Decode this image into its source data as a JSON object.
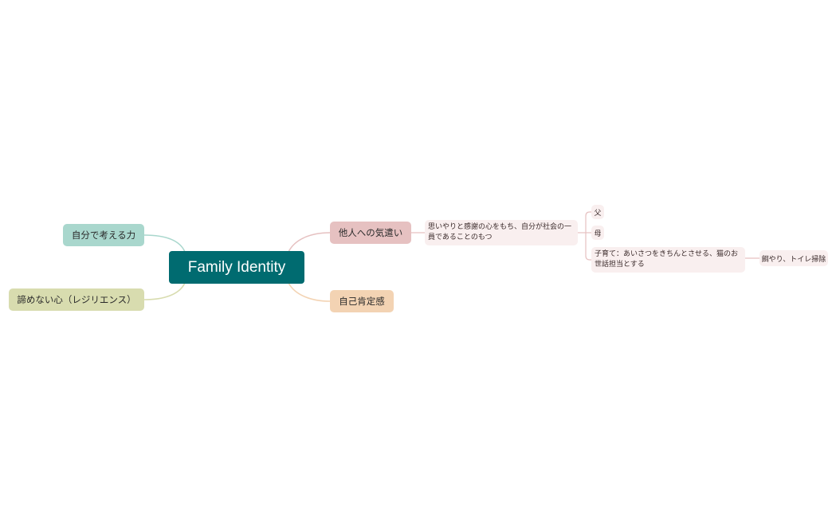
{
  "mindmap": {
    "root": {
      "label": "Family Identity",
      "color": "#006b70"
    },
    "left": [
      {
        "label": "自分で考える力",
        "color": "#a9d7cd",
        "line_color": "#a9d7cd"
      },
      {
        "label": "諦めない心（レジリエンス）",
        "color": "#d8dcaf",
        "line_color": "#d8dcaf"
      }
    ],
    "right": [
      {
        "label": "他人への気遣い",
        "color": "#e6c1c1",
        "line_color": "#e6c1c1",
        "children": [
          {
            "label": "思いやりと感謝の心をもち、自分が社会の一員であることのもつ",
            "children": [
              {
                "label": "父"
              },
              {
                "label": "母"
              },
              {
                "label": "子育て：あいさつをきちんとさせる、猫のお世話担当とする",
                "children": [
                  {
                    "label": "餌やり、トイレ掃除"
                  }
                ]
              }
            ]
          }
        ]
      },
      {
        "label": "自己肯定感",
        "color": "#f3d3b3",
        "line_color": "#f3d3b3"
      }
    ]
  }
}
